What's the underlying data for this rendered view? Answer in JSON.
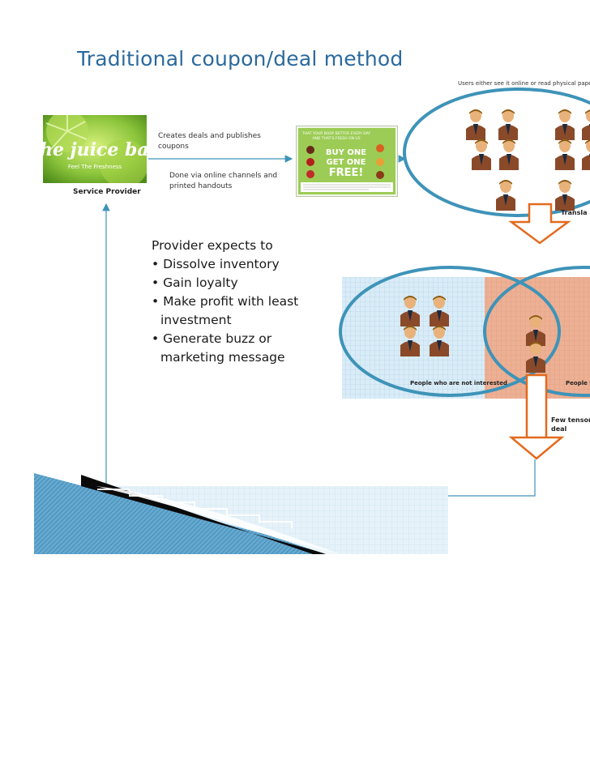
{
  "page": {
    "title": "Traditional coupon/deal method"
  },
  "provider": {
    "label": "Service Provider",
    "logo_text": "the juice bar",
    "logo_tagline": "Feel The Freshness"
  },
  "steps": {
    "creates": "Creates deals and publishes coupons",
    "channels": "Done via online channels and printed handouts",
    "users_see": "Users either see it online or read physical papers",
    "translates": "Transla",
    "few_tensor": "Few tensor",
    "deal": "deal"
  },
  "coupon": {
    "header": "THAT YOUR BODY BETTER EVERY DAY",
    "header2": "AND THAT'S FRESH ON US",
    "line1": "BUY ONE",
    "line2": "GET ONE",
    "line3": "FREE!"
  },
  "expectations": {
    "title": "Provider expects to",
    "items": [
      "Dissolve inventory",
      "Gain loyalty",
      "Make profit with least investment",
      "Generate buzz or marketing message"
    ]
  },
  "groups": {
    "not_interested": "People who are not interested",
    "interested": "People w"
  },
  "colors": {
    "title": "#2a6a9e",
    "ellipse_stroke": "#3e93b8",
    "arrow_orange": "#e36a1e",
    "light_blue_grid": "#c8e3f2",
    "salmon": "#e8a98a"
  }
}
